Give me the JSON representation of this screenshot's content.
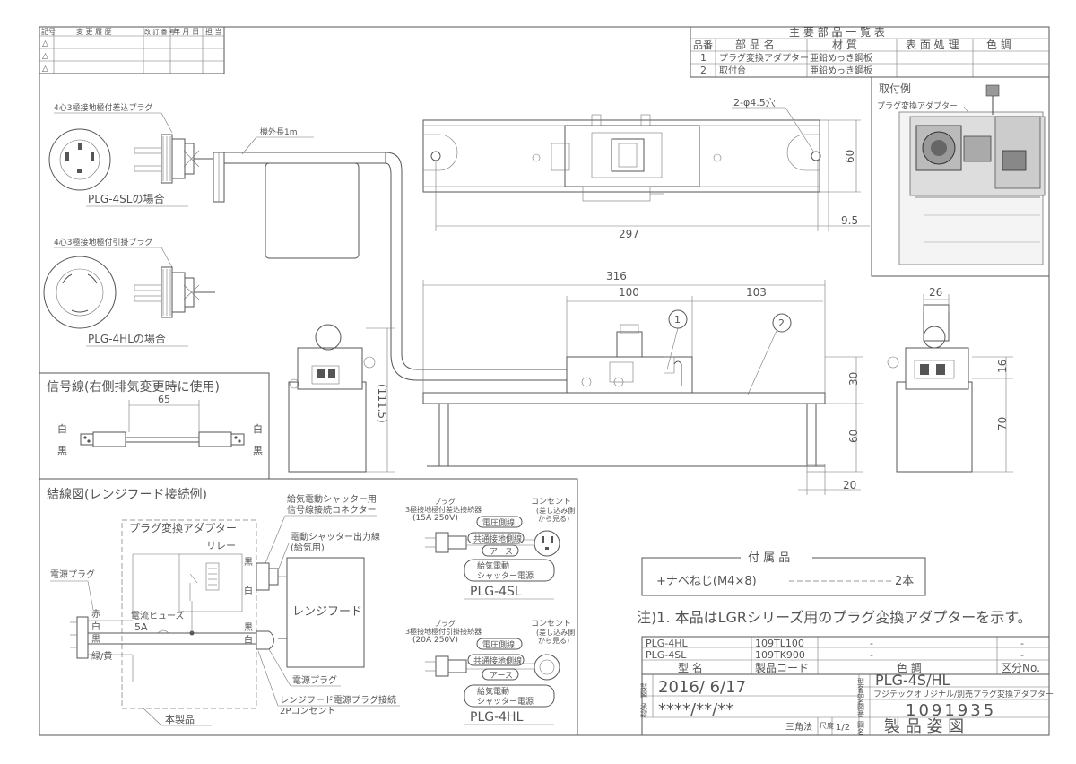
{
  "revision_table": {
    "headers": [
      "記号",
      "変 更 履 歴",
      "改 訂 番 号",
      "年 月 日",
      "担 当"
    ],
    "marks": [
      "",
      "△",
      "△",
      "△"
    ]
  },
  "parts_list": {
    "title": "主 要 部 品 一 覧 表",
    "headers": [
      "品番",
      "部 品 名",
      "材 質",
      "表 面 処 理",
      "色 調"
    ],
    "rows": [
      {
        "no": "1",
        "name": "プラグ変換アダプター",
        "material": "亜鉛めっき鋼板"
      },
      {
        "no": "2",
        "name": "取付台",
        "material": "亜鉛めっき鋼板"
      }
    ]
  },
  "mounting_example": {
    "title": "取付例",
    "label": "プラグ変換アダプター"
  },
  "plugs": {
    "plg4sl_title": "4心3極接地極付差込プラグ",
    "plg4sl_caption": "PLG-4SLの場合",
    "plg4hl_title": "4心3極接地極付引掛プラグ",
    "plg4hl_caption": "PLG-4HLの場合",
    "cord_length": "機外長1m"
  },
  "dimensions": {
    "holes": "2-φ4.5穴",
    "d297": "297",
    "d60a": "60",
    "d9_5": "9.5",
    "d316": "316",
    "d100": "100",
    "d103": "103",
    "d30": "30",
    "d60b": "60",
    "d20": "20",
    "d111_5": "(111.5)",
    "d26": "26",
    "d16": "16",
    "d70": "70",
    "balloon1": "1",
    "balloon2": "2"
  },
  "signal_line": {
    "title": "信号線(右側排気変更時に使用)",
    "dim": "65",
    "white_left": "白",
    "black_left": "黒",
    "white_right": "白",
    "black_right": "黒"
  },
  "wiring": {
    "title": "結線図(レンジフード接続例)",
    "adapter": "プラグ変換アダプター",
    "relay": "リレー",
    "fuse_label": "電流ヒューズ",
    "fuse_value": "5A",
    "power_plug": "電源プラグ",
    "red": "赤",
    "white": "白",
    "black": "黒",
    "green_yellow": "緑/黄",
    "black_r1": "黒",
    "white_r1": "白",
    "black_r2": "黒",
    "white_r2": "白",
    "connector_label_1": "給気電動シャッター用",
    "connector_label_2": "信号線接続コネクター",
    "output_label_1": "電動シャッター出力線",
    "output_label_2": "(給気用)",
    "range_hood": "レンジフード",
    "power_plug_2": "電源プラグ",
    "hood_plug_1": "レンジフード電源プラグ接続",
    "hood_plug_2": "2Pコンセント",
    "product": "本製品"
  },
  "plug_diagrams": {
    "plg4sl": {
      "plug": "プラグ",
      "plug_type": "3極接地極付差込接続器",
      "rating": "(15A 250V)",
      "outlet": "コンセント",
      "outlet_note_1": "(差し込み側",
      "outlet_note_2": "から見る)",
      "voltage_line": "電圧側線",
      "common_ground": "共通接地側線",
      "earth": "アース",
      "shutter_1": "給気電動",
      "shutter_2": "シャッター電源",
      "name": "PLG-4SL"
    },
    "plg4hl": {
      "plug": "プラグ",
      "plug_type": "3極接地極付引掛接続器",
      "rating": "(20A 250V)",
      "outlet": "コンセント",
      "outlet_note_1": "(差し込み側",
      "outlet_note_2": "から見る)",
      "voltage_line": "電圧側線",
      "common_ground": "共通接地側線",
      "earth": "アース",
      "shutter_1": "給気電動",
      "shutter_2": "シャッター電源",
      "name": "PLG-4HL"
    }
  },
  "accessories": {
    "title": "付 属 品",
    "item": "+ナベねじ(M4×8)",
    "qty": "2本"
  },
  "note": "注)1. 本品はLGRシリーズ用のプラグ変換アダプターを示す。",
  "model_table": {
    "rows": [
      {
        "model": "PLG-4HL",
        "code": "109TL100",
        "color": "-",
        "cls": "-"
      },
      {
        "model": "PLG-4SL",
        "code": "109TK900",
        "color": "-",
        "cls": "-"
      }
    ],
    "headers": [
      "型 名",
      "製品コード",
      "色 調",
      "区分No."
    ]
  },
  "title_block": {
    "date_label": "製図",
    "date": "2016/ 6/17",
    "approver_label": "承認",
    "approver": "****/**/**",
    "model_label": "型名",
    "model": "PLG-4S/HL",
    "name_label": "品名",
    "name": "フジテックオリジナル/別売プラグ変換アダプター",
    "drawing_label": "図番",
    "drawing_no": "1091935",
    "projection": "三角法",
    "scale_label": "尺度",
    "scale": "1/2",
    "title_label": "図名",
    "title": "製 品 姿 図"
  }
}
